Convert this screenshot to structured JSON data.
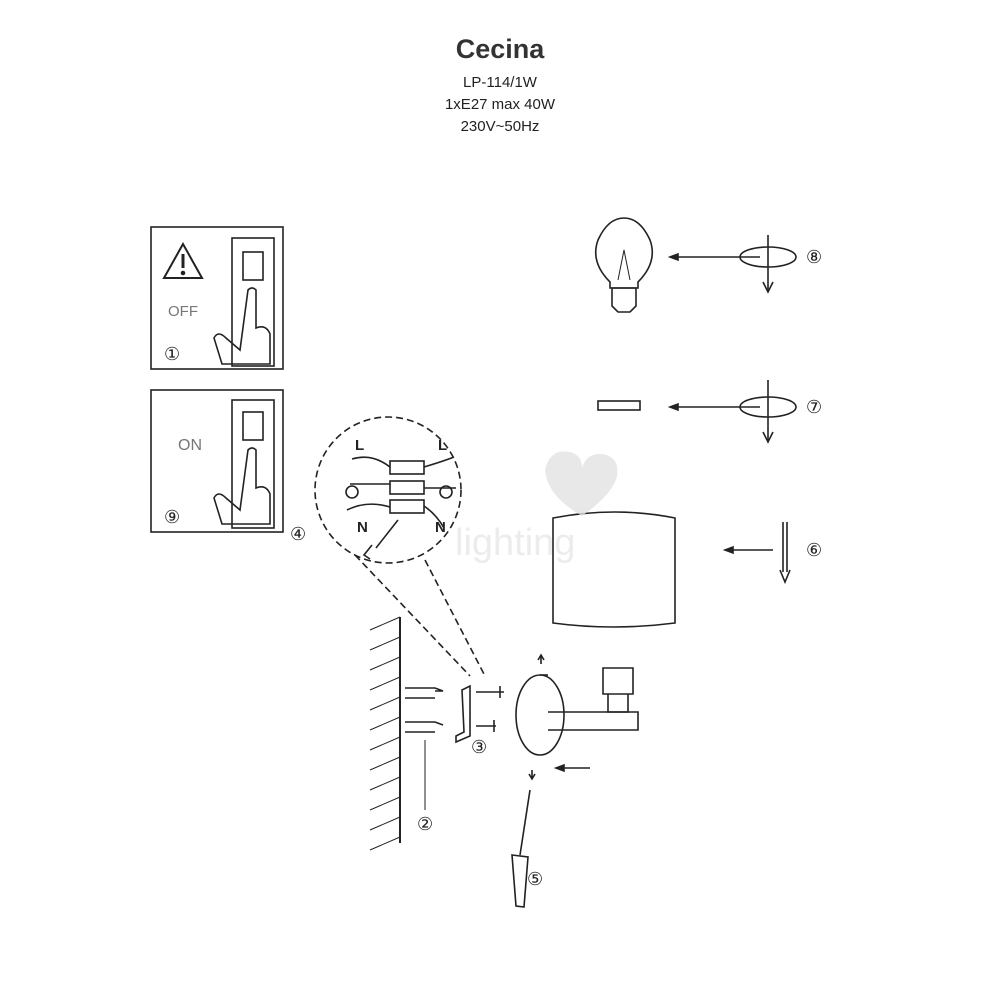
{
  "header": {
    "title": "Cecina",
    "model": "LP-114/1W",
    "bulb_spec": "1xE27 max 40W",
    "voltage": "230V~50Hz"
  },
  "panels": {
    "off_label": "OFF",
    "on_label": "ON"
  },
  "wiring": {
    "live_left": "L",
    "live_right": "L",
    "neutral_left": "N",
    "neutral_right": "N"
  },
  "steps": [
    "①",
    "②",
    "③",
    "④",
    "⑤",
    "⑥",
    "⑦",
    "⑧",
    "⑨"
  ],
  "watermark": "LOVE lighting",
  "colors": {
    "line": "#222222",
    "watermark": "#dddddd"
  }
}
